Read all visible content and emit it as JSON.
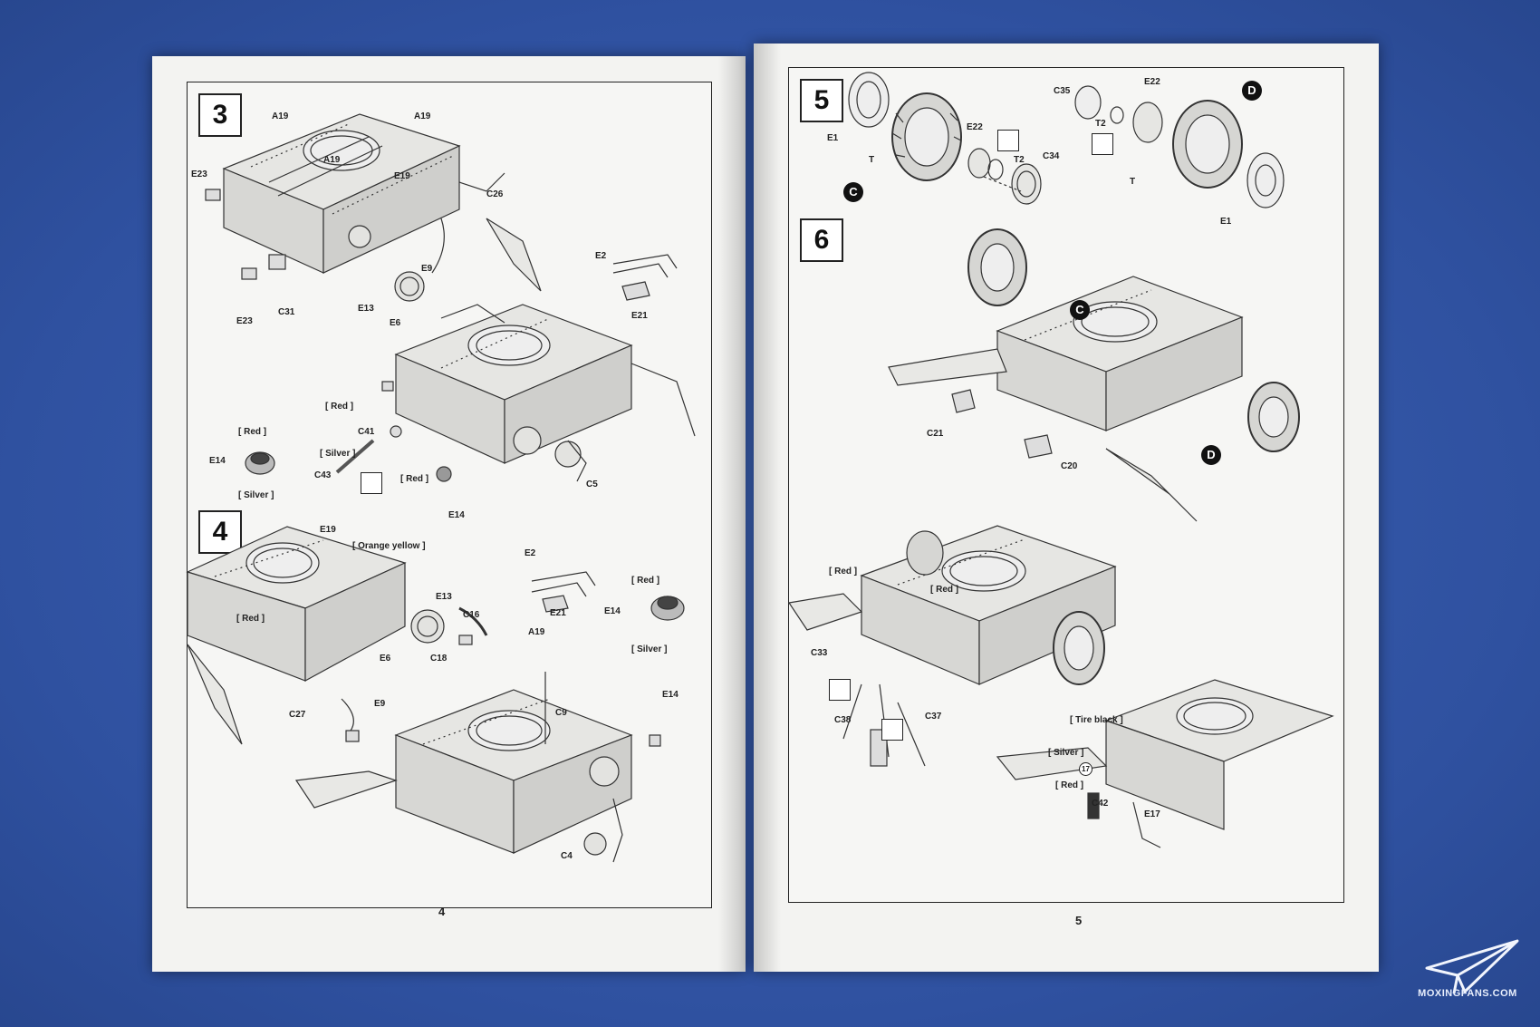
{
  "left_page": {
    "page_number": "4",
    "step3": {
      "number": "3",
      "labels": {
        "a19_a": "A19",
        "a19_b": "A19",
        "a19_c": "A19",
        "e23_a": "E23",
        "e23_b": "E23",
        "e19": "E19",
        "c26": "C26",
        "e9": "E9",
        "e13": "E13",
        "e6": "E6",
        "c31": "C31",
        "e2": "E2",
        "e21": "E21",
        "c41": "C41",
        "c43": "C43",
        "e14_a": "E14",
        "e14_b": "E14",
        "c5": "C5"
      },
      "paints": {
        "red_1": "Red",
        "red_2": "Red",
        "red_3": "Red",
        "silver_1": "Silver",
        "silver_2": "Silver"
      }
    },
    "step4": {
      "number": "4",
      "labels": {
        "e19": "E19",
        "e13": "E13",
        "c16": "C16",
        "e6": "E6",
        "c18": "C18",
        "c27": "C27",
        "e9": "E9",
        "e2": "E2",
        "e21": "E21",
        "a19": "A19",
        "c9": "C9",
        "e14_a": "E14",
        "e14_b": "E14",
        "c4": "C4"
      },
      "paints": {
        "orange_yellow": "Orange yellow",
        "red_1": "Red",
        "red_2": "Red",
        "silver": "Silver"
      }
    }
  },
  "right_page": {
    "page_number": "5",
    "step5": {
      "number": "5",
      "labels": {
        "e1_a": "E1",
        "t_a": "T",
        "e22_a": "E22",
        "t2_a": "T2",
        "c34": "C34",
        "c35": "C35",
        "e22_b": "E22",
        "t2_b": "T2",
        "t_b": "T",
        "e1_b": "E1"
      },
      "markers": {
        "c": "C",
        "d": "D"
      }
    },
    "step6": {
      "number": "6",
      "labels": {
        "c21": "C21",
        "c20": "C20",
        "c33": "C33",
        "c38": "C38",
        "c37": "C37",
        "c42": "C42",
        "e17": "E17",
        "step_ref": "17"
      },
      "markers": {
        "c": "C",
        "d": "D"
      },
      "paints": {
        "red_1": "Red",
        "red_2": "Red",
        "red_3": "Red",
        "tire_black": "Tire black",
        "silver": "Silver"
      }
    }
  },
  "watermark": {
    "text": "MOXINGFANS.COM"
  },
  "colors": {
    "background": "#3457a8",
    "paper": "#f3f3f1",
    "ink": "#222222"
  }
}
